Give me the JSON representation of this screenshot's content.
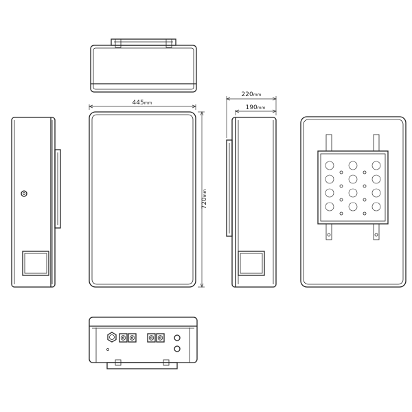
{
  "dimensions": {
    "width": {
      "value": "445",
      "unit": "mm"
    },
    "height": {
      "value": "720",
      "unit": "mm"
    },
    "depth_overall": {
      "value": "220",
      "unit": "mm"
    },
    "depth_body": {
      "value": "190",
      "unit": "mm"
    }
  }
}
